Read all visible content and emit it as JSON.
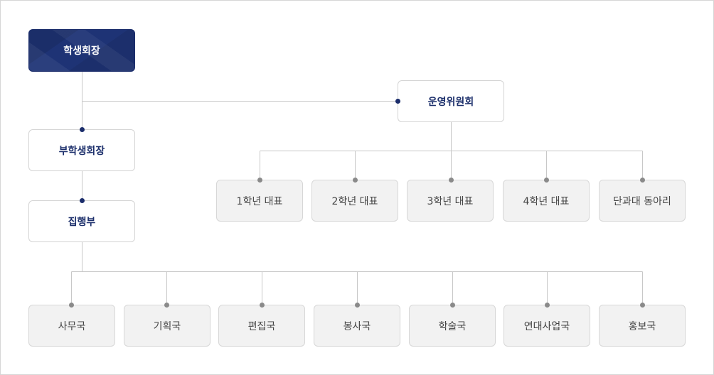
{
  "org_chart": {
    "president": "학생회장",
    "steering_committee": "운영위원회",
    "vice_president": "부학생회장",
    "executive_department": "집행부",
    "committee_members": [
      "1학년 대표",
      "2학년 대표",
      "3학년 대표",
      "4학년 대표",
      "단과대 동아리"
    ],
    "bureaus": [
      "사무국",
      "기획국",
      "편집국",
      "봉사국",
      "학술국",
      "연대사업국",
      "홍보국"
    ]
  },
  "colors": {
    "primary_navy": "#1e3375",
    "connector_line": "#c8c8c8",
    "gray_box": "#f2f2f2"
  }
}
